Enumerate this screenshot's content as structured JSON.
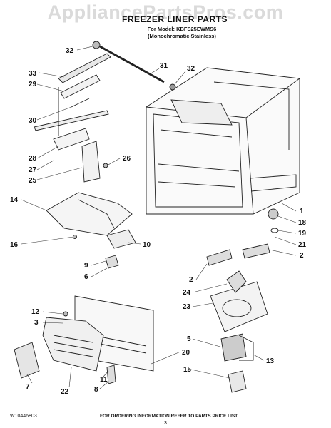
{
  "watermark": "AppliancePartsPros.com",
  "header": {
    "title": "FREEZER LINER PARTS",
    "model_line": "For Model: KBFS25EWMS6",
    "variant_line": "(Monochromatic Stainless)"
  },
  "footer": {
    "doc_number": "W10446803",
    "page_number": "3",
    "ordering_note": "FOR ORDERING INFORMATION REFER TO PARTS PRICE LIST"
  },
  "callouts": [
    "32",
    "31",
    "32",
    "33",
    "29",
    "30",
    "28",
    "27",
    "26",
    "25",
    "14",
    "16",
    "10",
    "9",
    "6",
    "1",
    "18",
    "19",
    "21",
    "2",
    "2",
    "24",
    "23",
    "12",
    "3",
    "5",
    "13",
    "20",
    "11",
    "15",
    "8",
    "7",
    "22"
  ]
}
